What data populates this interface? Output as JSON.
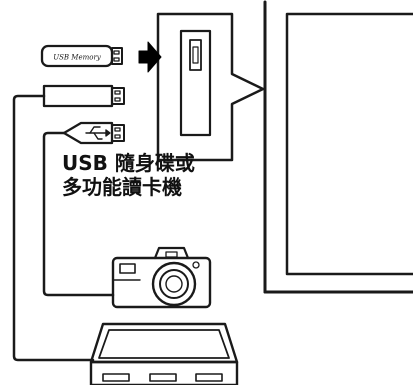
{
  "usb_stick": {
    "label": "USB Memory"
  },
  "caption": {
    "line1": "USB 隨身碟或",
    "line2": "多功能讀卡機"
  },
  "colors": {
    "stroke": "#1a1a1a",
    "fill": "#ffffff",
    "accent": "#000000"
  }
}
